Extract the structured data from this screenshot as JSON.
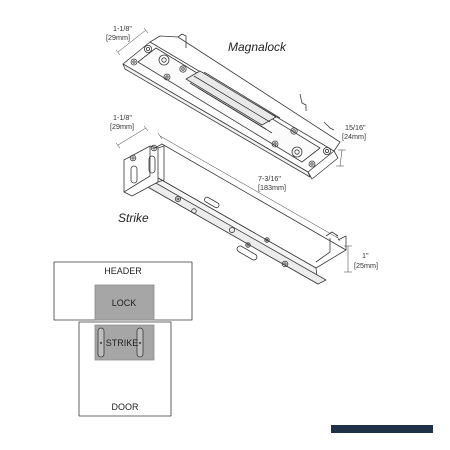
{
  "magnalock": {
    "title": "Magnalock",
    "width_in": "1-1/8\"",
    "width_mm": "[29mm]",
    "depth_in": "15/16\"",
    "depth_mm": "[24mm]"
  },
  "strike": {
    "title": "Strike",
    "width_in": "1-1/8\"",
    "width_mm": "[29mm]",
    "length_in": "7-3/16\"",
    "length_mm": "[183mm]",
    "height_in": "1\"",
    "height_mm": "[25mm]"
  },
  "install": {
    "header": "HEADER",
    "lock": "LOCK",
    "strike": "STRIKE",
    "door": "DOOR"
  },
  "colors": {
    "lock_fill": "#a6a6a6",
    "strike_fill": "#a6a6a6",
    "footer_bar": "#1f3146",
    "line": "#3a3a3a"
  }
}
